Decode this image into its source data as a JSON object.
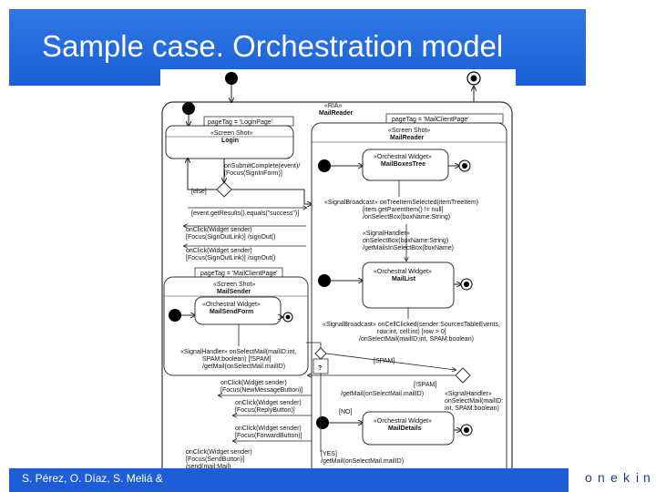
{
  "slide": {
    "title": "Sample case. Orchestration model",
    "footer_text": "S. Pérez, O. Díaz, S. Meliá &",
    "logo_letters": [
      "o",
      "n",
      "e",
      "k",
      "i",
      "n"
    ]
  },
  "diagram": {
    "ria_stereotype": "«RIA»",
    "ria_name": "MailReader",
    "page_tag_login": "pageTag = 'LoginPage'",
    "page_tag_mailclient": "pageTag = 'MailClientPage'",
    "page_tag_mailclient2": "pageTag = 'MailClientPage'",
    "login": {
      "stereo": "«Screen Shot»",
      "name": "Login"
    },
    "mailreader": {
      "stereo": "«Screen Shot»",
      "name": "MailReader"
    },
    "mailboxestree": {
      "stereo": "«Orchestral Widget»",
      "name": "MailBoxesTree"
    },
    "maillist": {
      "stereo": "«Orchestral Widget»",
      "name": "MailList"
    },
    "mailsender": {
      "stereo": "«Screen Shot»",
      "name": "MailSender"
    },
    "mailsendform": {
      "stereo": "«Orchestral Widget»",
      "name": "MailSendForm"
    },
    "maildetails": {
      "stereo": "«Orchestral Widget»",
      "name": "MailDetails"
    },
    "labels": {
      "onsubmit1": "onSubmitComplete(event)/",
      "onsubmit2": "[Focus(SignInForm)]",
      "else": "[else]",
      "results": "[event.getResults().equals(\"success\")]",
      "click_signout1": "onClick(Widget sender)",
      "click_signout2": "[Focus(SignOutLink)] /signOut()",
      "click_signout3": "onClick(Widget sender)",
      "click_signout4": "[Focus(SignOutLink)] /signOut()",
      "broadcast1": "«SignalBroadcast» onTreeItemSelected(itemTreeItem)",
      "broadcast2": "[item.getParentItem() != null]",
      "broadcast3": "/onSelectBox(boxName:String)",
      "handler1": "«SignalHandler»",
      "handler2": "onSelectBox(boxName:String)",
      "handler3": "/getMailsInSelectBox(boxName)",
      "cellclick1": "«SignalBroadcast» onCellClicked(sender:SourcesTableEvents,",
      "cellclick2": "row:int, cell:int) [row > 0]",
      "cellclick3": "/onSelectMail(mailID:int, SPAM:boolean)",
      "sendhandler1": "«SignalHandler» onSelectMail(mailID:int,",
      "sendhandler2": "SPAM:boolean) [!SPAM]",
      "sendhandler3": "/getMail(onSelectMail.mailID)",
      "spam": "[SPAM]",
      "question": "?",
      "spam2": "[!SPAM]",
      "getmail_detail1": "/getMail(onSelectMail.mailID)",
      "newmsg1": "onClick(Widget sender)",
      "newmsg2": "[Focus(NewMessageButton)]",
      "reply1": "onClick(Widget sender)",
      "reply2": "[Focus(ReplyButton)]",
      "no": "[NO]",
      "fwd1": "onClick(Widget sender)",
      "fwd2": "[Focus(ForwardButton)]",
      "sighandler1": "«SignalHandler»",
      "sighandler2": "onSelectMail(mailID:",
      "sighandler3": "int, SPAM:boolean)",
      "send1": "onClick(Widget sender)",
      "send2": "[Focus(SendButton)]",
      "send3": "/send(mail:Mail)",
      "yes": "[YES]",
      "getmail_yes": "/getMail(onSelectMail.mailID)"
    }
  }
}
